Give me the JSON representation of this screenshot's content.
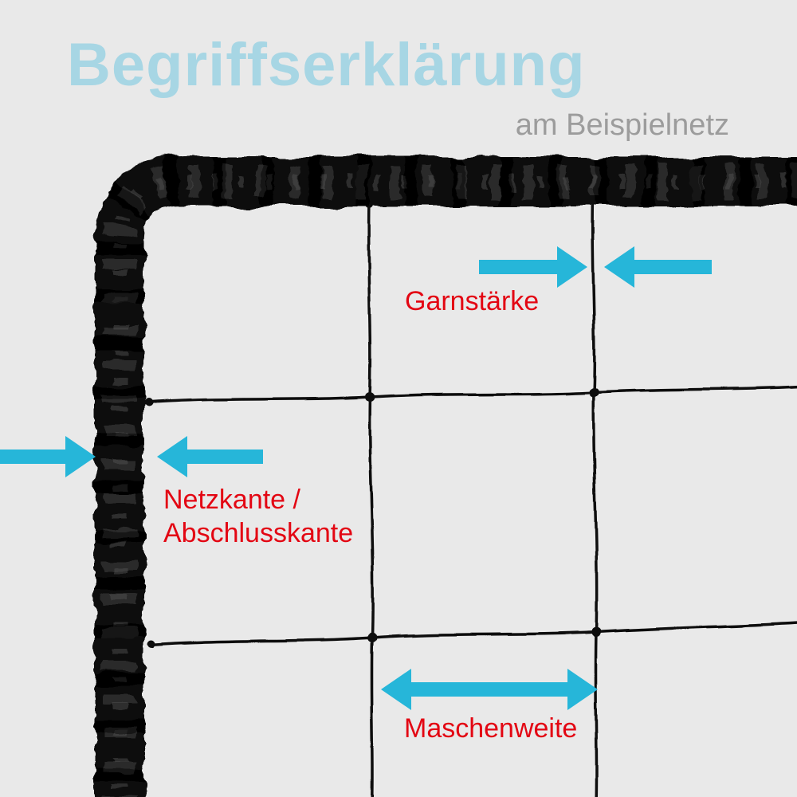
{
  "title": "Begriffserklärung",
  "subtitle": "am Beispielnetz",
  "labels": {
    "garnstaerke": "Garnstärke",
    "netzkante_line1": "Netzkante /",
    "netzkante_line2": "Abschlusskante",
    "maschenweite": "Maschenweite"
  },
  "colors": {
    "background": "#e9e9e9",
    "title_blue": "#a7d6e4",
    "subtitle_gray": "#9c9c9c",
    "label_red": "#e30613",
    "arrow_cyan": "#26b6d9",
    "net_black": "#0d0d0d",
    "rope_black": "#0b0b0b"
  }
}
